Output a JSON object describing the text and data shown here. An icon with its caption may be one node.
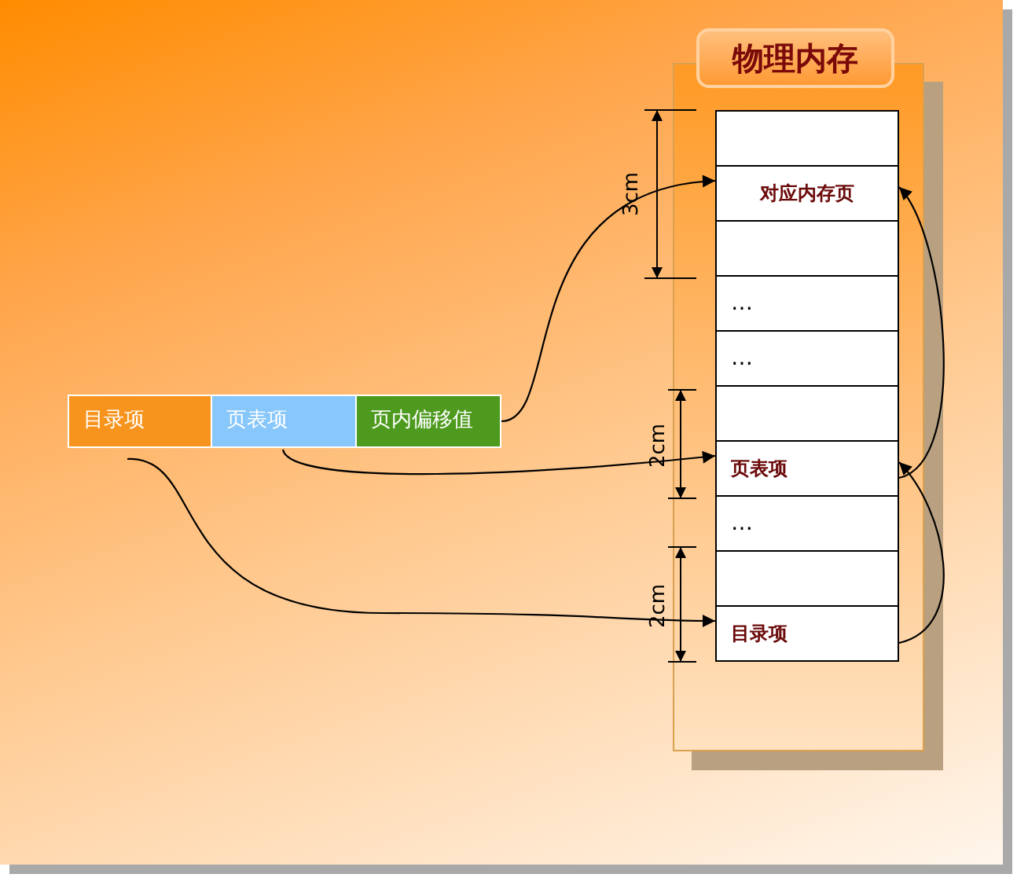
{
  "diagram": {
    "nodes": [
      {
        "text": [
          "物理内存"
        ]
      },
      {
        "text": [],
        "shape": "box",
        "in": 0
      },
      {
        "text": [
          "对应内存页"
        ],
        "in": 0
      },
      {
        "text": [],
        "shape": "box",
        "in": 0
      },
      {
        "text": [
          "…"
        ],
        "in": 0
      },
      {
        "text": [
          "…"
        ],
        "in": 0
      },
      {
        "text": [],
        "shape": "box",
        "in": 0
      },
      {
        "text": [
          "页表项"
        ],
        "in": 0
      },
      {
        "text": [
          "…"
        ],
        "in": 0
      },
      {
        "text": [],
        "shape": "box",
        "in": 0
      },
      {
        "text": [
          "目录项"
        ],
        "in": 0
      },
      {
        "text": [
          "目录项"
        ]
      },
      {
        "text": [
          "页表项"
        ]
      },
      {
        "text": [
          "页内偏移值"
        ]
      }
    ],
    "edges": [
      {
        "from": 13,
        "to": 2,
        "arrow": "to"
      },
      {
        "from": 12,
        "to": 7,
        "arrow": "to"
      },
      {
        "from": 11,
        "to": 10,
        "arrow": "to"
      },
      {
        "from": 10,
        "to": 7,
        "arrow": "to"
      },
      {
        "from": 7,
        "to": 2,
        "arrow": "to"
      }
    ],
    "labels": [
      "3cm",
      "2cm",
      "2cm"
    ]
  }
}
